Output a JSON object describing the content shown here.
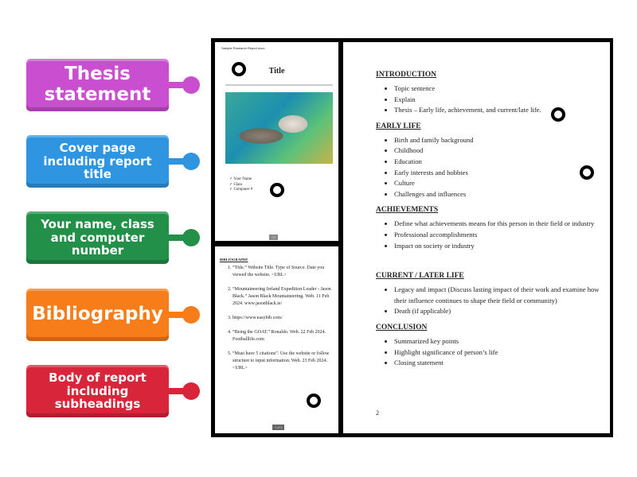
{
  "labels": [
    {
      "text": "Thesis statement",
      "color": "#c94fd0"
    },
    {
      "text": "Cover page including report title",
      "color": "#2f95e0"
    },
    {
      "text": "Your name, class and computer number",
      "color": "#23904a"
    },
    {
      "text": "Bibliography",
      "color": "#f77d1a"
    },
    {
      "text": "Body of report including subheadings",
      "color": "#d8253a"
    }
  ],
  "cover": {
    "doc_name": "Sample Research Report.docx",
    "title": "Title",
    "checklist": [
      "✓ Your Name",
      "✓ Class",
      "✓ Computer #"
    ],
    "page_indicator": "1/2",
    "image": "sea-otter-photo"
  },
  "bibliography": {
    "heading": "BIBLIOGRAPHY",
    "entries": [
      "“Title.” Website Title. Type of Source. Date you viewed the website. <URL>",
      "“Mountaineering Ireland Expedition Leader - Jason Black.” Jason Black Mountaineering. Web. 11 Feb 2024. www.jasonblack.ie/",
      "https://www.easybib.com/",
      "“Being the GOAT.” Ronaldo. Web. 22 Feb 2024. Footballlife.com",
      "“Must have 5 citations”. Use the website or follow structure to input information. Web. 23 Feb 2024. <URL>"
    ],
    "page_indicator": "1 of 2"
  },
  "body": {
    "sections": [
      {
        "heading": "INTRODUCTION",
        "items": [
          "Topic sentence",
          "Explain",
          "Thesis – Early life, achievement, and current/late life."
        ]
      },
      {
        "heading": "EARLY LIFE",
        "items": [
          "Birth and family background",
          "Childhood",
          "Education",
          "Early interests and hobbies",
          "Culture",
          "Challenges and influences"
        ]
      },
      {
        "heading": "ACHIEVEMENTS",
        "items": [
          "Define what achievements means for this person in their field or industry",
          "Professional accomplishments",
          "Impact on society or industry"
        ]
      },
      {
        "heading": "CURRENT / LATER LIFE",
        "items": [
          "Legacy and impact (Discuss lasting impact of their work and examine how their influence continues to shape their field or community)",
          "Death (if applicable)"
        ]
      },
      {
        "heading": "CONCLUSION",
        "items": [
          "Summarized key points",
          "Highlight significance of person’s life",
          "Closing statement"
        ]
      }
    ],
    "page_number": "2"
  }
}
